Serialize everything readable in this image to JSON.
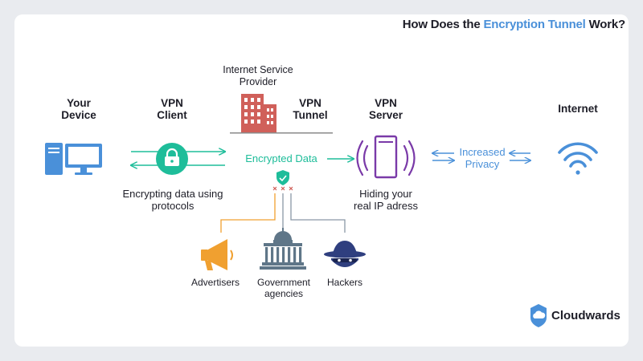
{
  "title": {
    "prefix": "How Does the ",
    "highlight": "Encryption Tunnel",
    "suffix": " Work?"
  },
  "nodes": {
    "your_device": "Your\nDevice",
    "vpn_client": "VPN\nClient",
    "isp": "Internet Service\nProvider",
    "vpn_tunnel": "VPN\nTunnel",
    "vpn_server": "VPN\nServer",
    "internet": "Internet"
  },
  "captions": {
    "encrypting": "Encrypting data using\nprotocols",
    "encrypted_data": "Encrypted Data",
    "hiding_ip": "Hiding your\nreal IP adress",
    "increased_privacy": "Increased\nPrivacy"
  },
  "threats": [
    {
      "name": "advertisers",
      "label": "Advertisers"
    },
    {
      "name": "government",
      "label": "Government\nagencies"
    },
    {
      "name": "hackers",
      "label": "Hackers"
    }
  ],
  "brand": {
    "name": "Cloudwards"
  },
  "colors": {
    "teal": "#1ebd9a",
    "blue": "#4a90d9",
    "purple": "#7a3aa8",
    "red": "#d0605a",
    "orange": "#f0a030",
    "slate": "#5f7688",
    "navy": "#2f3f7f"
  }
}
